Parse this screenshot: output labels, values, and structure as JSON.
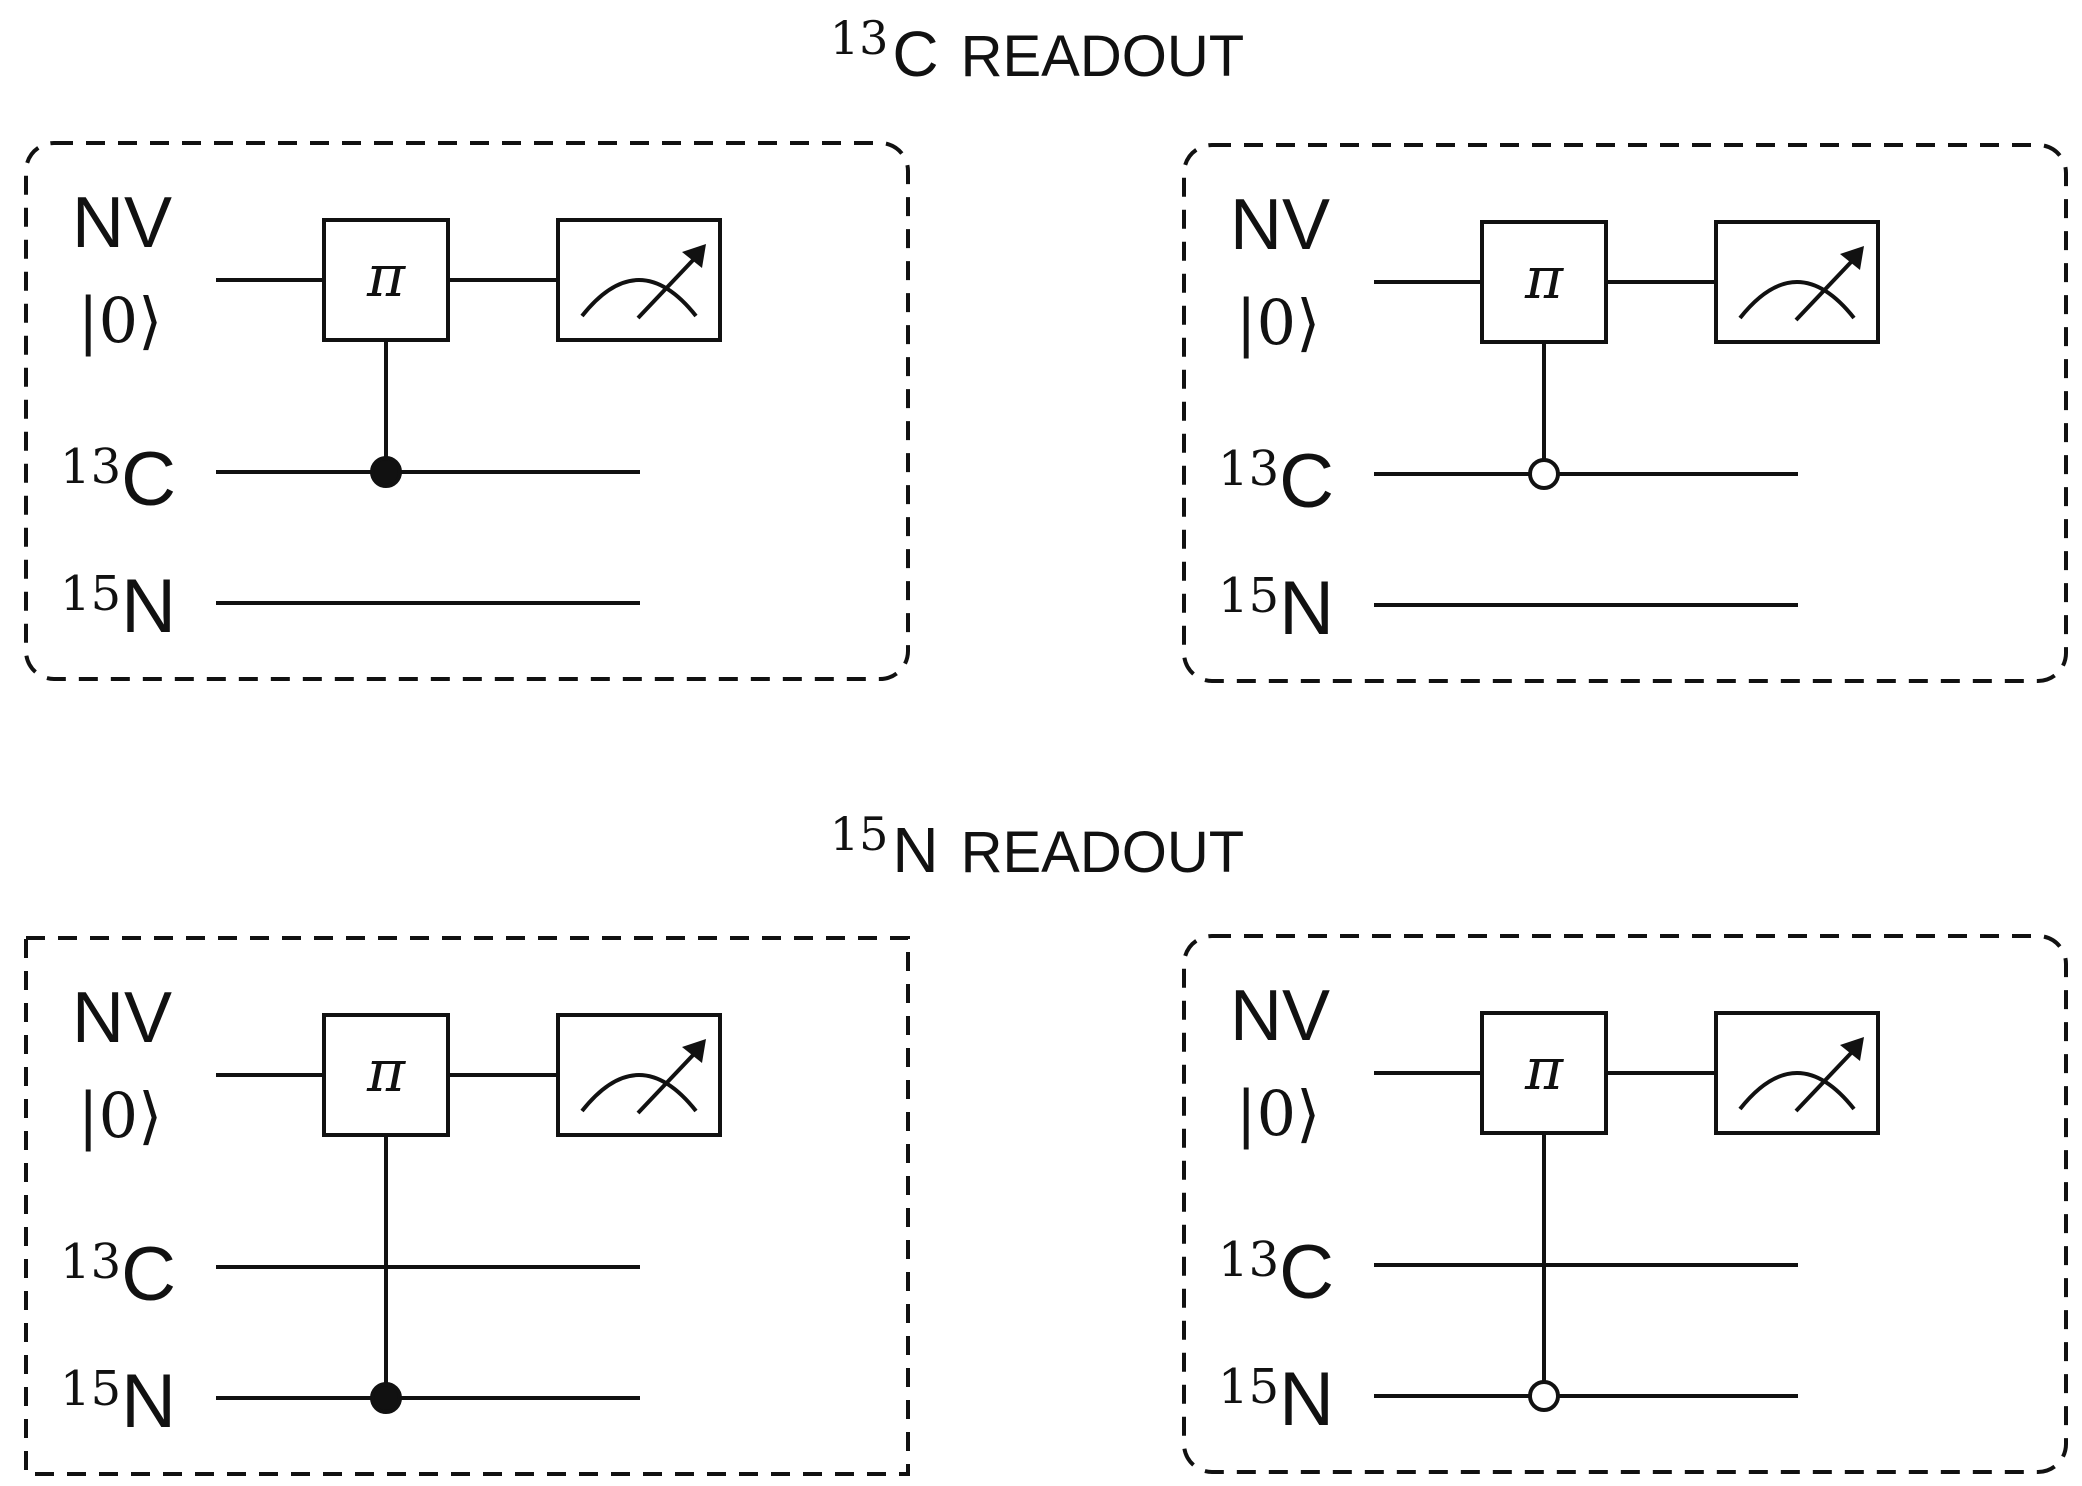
{
  "sections": [
    {
      "title_sup": "13",
      "title_main": "C",
      "title_suffix": "READOUT",
      "panels": [
        {
          "control_qubit": "13C",
          "control_type": "filled"
        },
        {
          "control_qubit": "13C",
          "control_type": "open"
        }
      ]
    },
    {
      "title_sup": "15",
      "title_main": "N",
      "title_suffix": "READOUT",
      "panels": [
        {
          "control_qubit": "15N",
          "control_type": "filled"
        },
        {
          "control_qubit": "15N",
          "control_type": "open"
        }
      ]
    }
  ],
  "labels": {
    "nv": "NV",
    "nv_state": "|0⟩",
    "c_sup": "13",
    "c_main": "C",
    "n_sup": "15",
    "n_main": "N",
    "gate": "π"
  },
  "colors": {
    "line": "#111111",
    "background": "#ffffff"
  }
}
